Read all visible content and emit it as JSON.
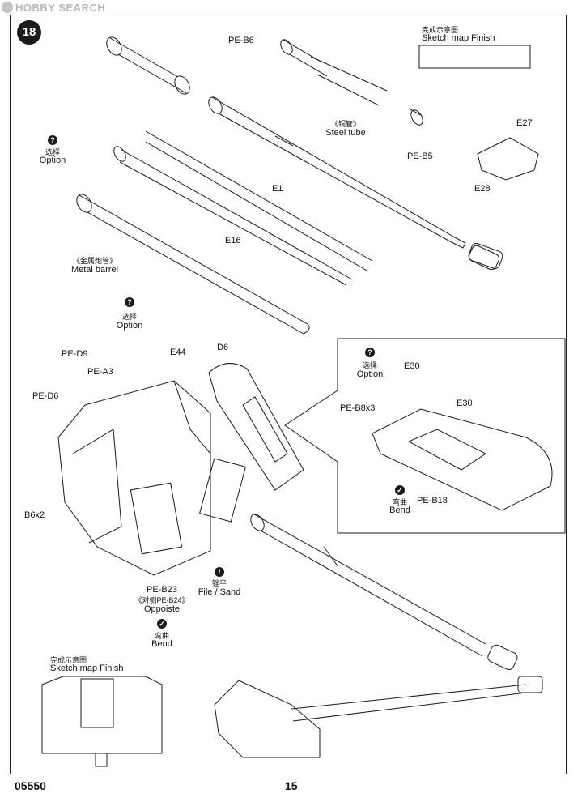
{
  "watermark": {
    "text": "HOBBY SEARCH"
  },
  "step_number": "18",
  "sketch_top": {
    "zh": "完成示意图",
    "en": "Sketch map Finish"
  },
  "sketch_bottom": {
    "zh": "完成示意图",
    "en": "Sketch map Finish"
  },
  "parts": {
    "pe_b6": "PE-B6",
    "pe_b5": "PE-B5",
    "e27": "E27",
    "e28": "E28",
    "e1": "E1",
    "e16": "E16",
    "pe_d9": "PE-D9",
    "e44": "E44",
    "pe_a3": "PE-A3",
    "d6": "D6",
    "pe_d6": "PE-D6",
    "b6x2": "B6x2",
    "e30_a": "E30",
    "e30_b": "E30",
    "pe_b8x3": "PE-B8x3",
    "pe_b18": "PE-B18",
    "pe_b23": "PE-B23"
  },
  "notes": {
    "steel_tube_zh": "《铜管》",
    "steel_tube_en": "Steel tube",
    "metal_barrel_zh": "《金属炮管》",
    "metal_barrel_en": "Metal barrel",
    "option1_zh": "选择",
    "option1_en": "Option",
    "option2_zh": "选择",
    "option2_en": "Option",
    "option3_zh": "选择",
    "option3_en": "Option",
    "bend1_zh": "弯曲",
    "bend1_en": "Bend",
    "bend2_zh": "弯曲",
    "bend2_en": "Bend",
    "file_zh": "锉平",
    "file_en": "File / Sand",
    "opposite_zh": "《对侧PE-B24》",
    "opposite_en": "Oppoiste"
  },
  "icons": {
    "option": "?",
    "bend": "✓",
    "file": "/"
  },
  "footer": {
    "code": "05550",
    "page": "15"
  }
}
